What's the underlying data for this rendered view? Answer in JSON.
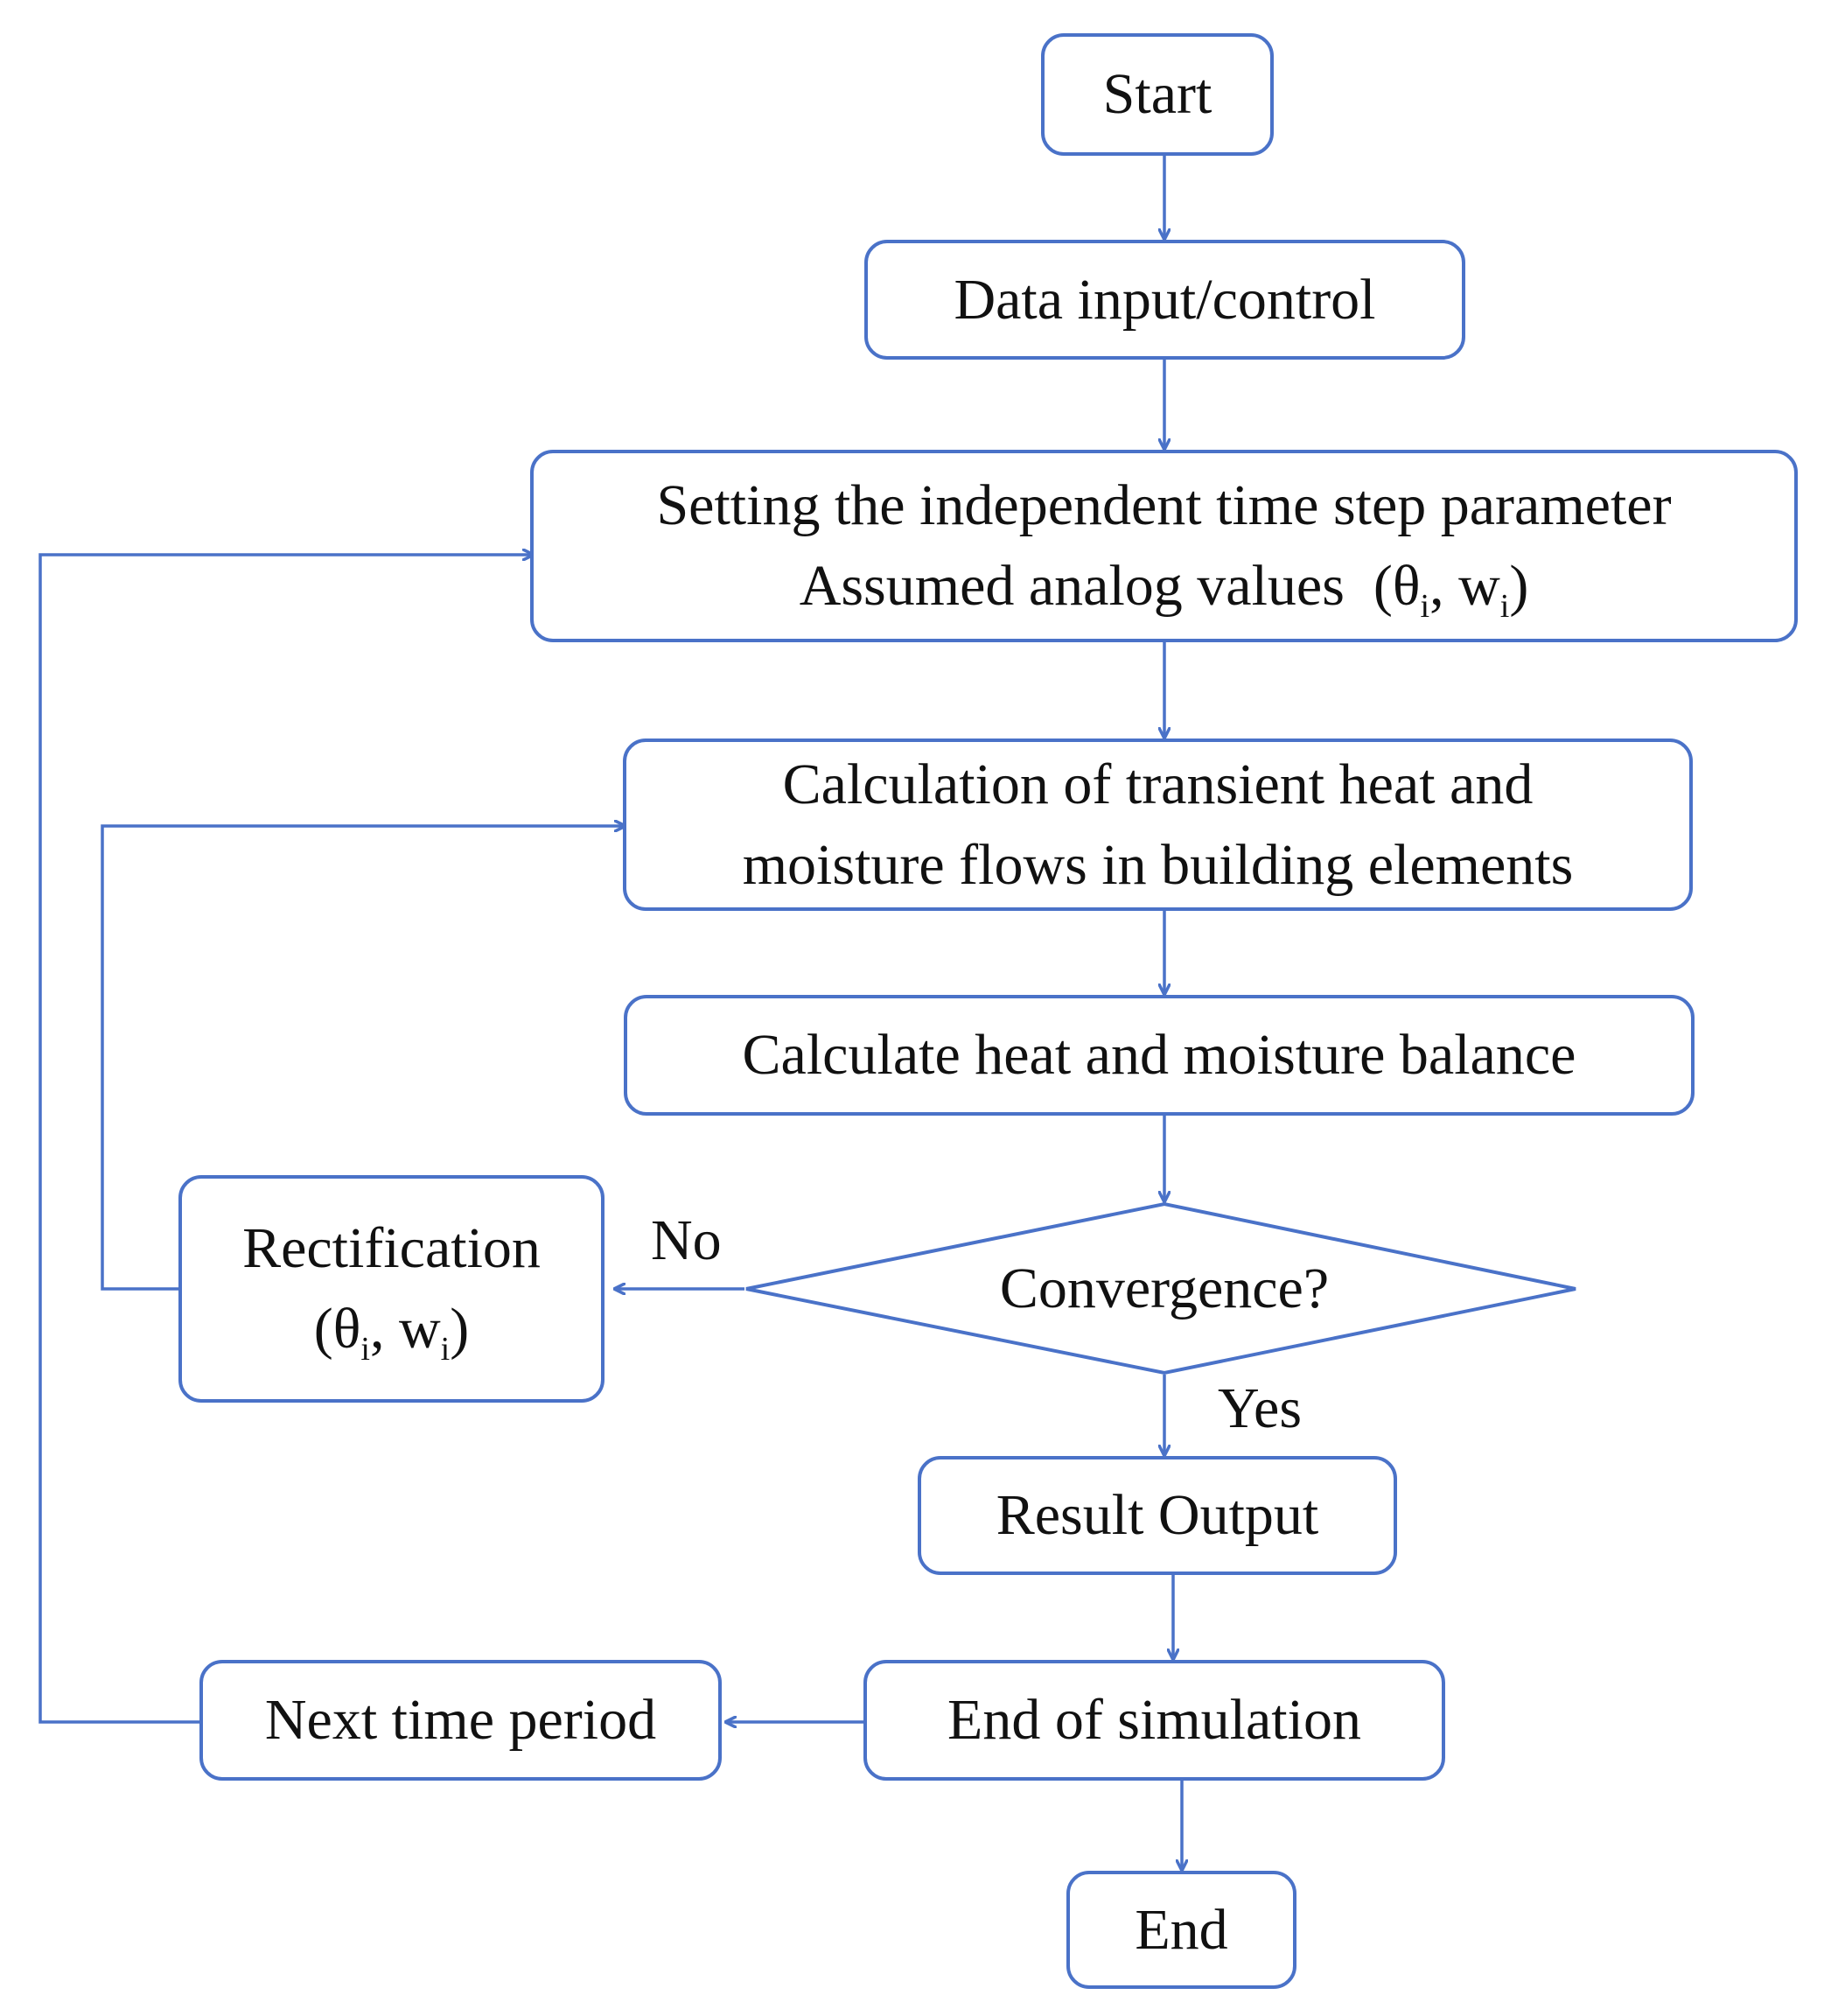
{
  "diagram": {
    "line_color": "#4a72c8",
    "text_color": "#111111",
    "nodes": {
      "start": {
        "label": "Start"
      },
      "data_input": {
        "label": "Data input/control"
      },
      "setting": {
        "line1": "Setting the independent time step parameter",
        "line2_text": "Assumed analog values",
        "symbol_theta": "θ",
        "symbol_w": "w",
        "subscript": "i"
      },
      "calc_transient": {
        "line1": "Calculation of transient heat and",
        "line2": "moisture flows in building elements"
      },
      "calc_balance": {
        "label": "Calculate heat and moisture balance"
      },
      "convergence": {
        "label": "Convergence?"
      },
      "rectification": {
        "line1": "Rectification",
        "symbol_theta": "θ",
        "symbol_w": "w",
        "subscript": "i"
      },
      "result_output": {
        "label": "Result Output"
      },
      "end_simulation": {
        "label": "End of simulation"
      },
      "next_period": {
        "label": "Next time period"
      },
      "end": {
        "label": "End"
      }
    },
    "edge_labels": {
      "no": "No",
      "yes": "Yes"
    }
  }
}
